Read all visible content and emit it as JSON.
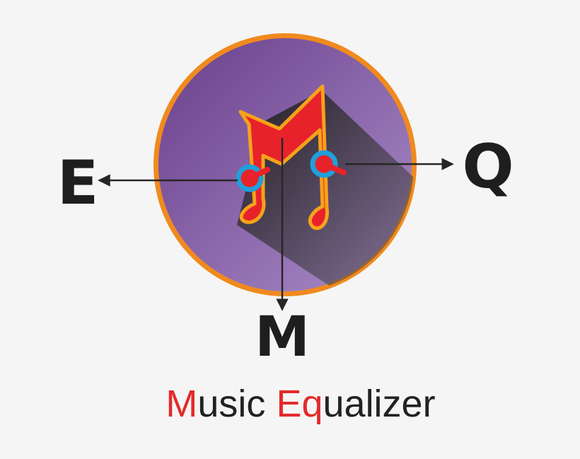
{
  "logo": {
    "letters": {
      "left": "E",
      "right": "Q",
      "bottom": "M"
    },
    "colors": {
      "ring": "#f08a1e",
      "disc_light": "#9e7ebf",
      "disc_dark": "#6a3f8c",
      "note_fill": "#e8222a",
      "note_outline": "#f6a21b",
      "knob_ring": "#1fa0dc",
      "arrow": "#262626",
      "text_dark": "#222222",
      "text_accent": "#e32a2a"
    }
  },
  "title": {
    "part1_accent": "M",
    "part1_rest": "usic ",
    "part2_accent": "Eq",
    "part2_rest": "ualizer"
  }
}
